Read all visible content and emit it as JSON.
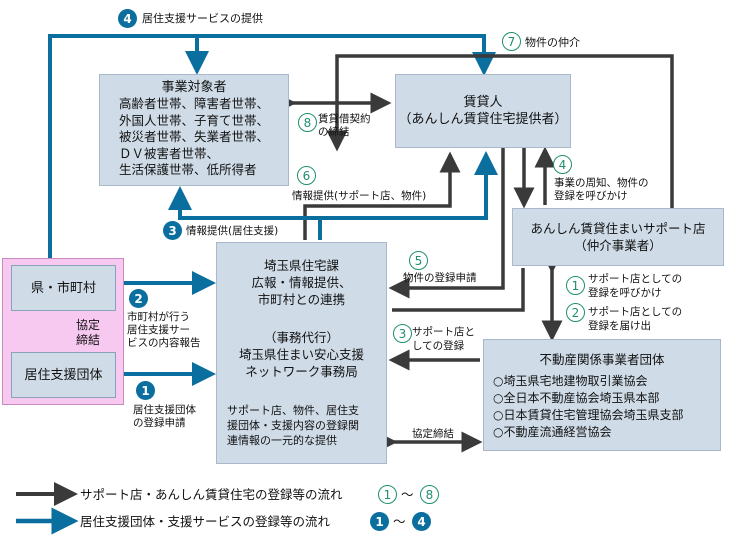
{
  "flows": {
    "f4_blue": "居住支援サービスの提供",
    "f7_green": "物件の仲介",
    "f8_line1": "賃貸借契約",
    "f8_line2": "の締結",
    "f6_green": "情報提供(サポート店、物件)",
    "f3_blue": "情報提供(居住支援)",
    "f5_green": "物件の登録申請",
    "f4_green_line1": "事業の周知、物件の",
    "f4_green_line2": "登録を呼びかけ",
    "f2_blue_line1": "市町村が行う",
    "f2_blue_line2": "居住支援サー",
    "f2_blue_line3": "ビスの内容報告",
    "f1_blue_line1": "居住支援団体",
    "f1_blue_line2": "の登録申請",
    "f3_green_line1": "サポート店と",
    "f3_green_line2": "しての登録",
    "agreement_right": "協定締結",
    "agreement_left_line1": "協定",
    "agreement_left_line2": "締結",
    "f1_green_line1": "サポート店としての",
    "f1_green_line2": "登録を呼びかけ",
    "f2_green_line1": "サポート店としての",
    "f2_green_line2": "登録を届け出"
  },
  "nums": {
    "n1": "1",
    "n2": "2",
    "n3": "3",
    "n4": "4",
    "n5": "5",
    "n6": "6",
    "n7": "7",
    "n8": "8"
  },
  "targets": {
    "title": "事業対象者",
    "lines": [
      "高齢者世帯、障害者世帯、",
      "外国人世帯、子育て世帯、",
      "被災者世帯、失業者世帯、",
      "ＤＶ被害者世帯、",
      "生活保護世帯、低所得者"
    ]
  },
  "landlord": {
    "line1": "賃貸人",
    "line2": "（あんしん賃貸住宅提供者）"
  },
  "support_store": {
    "line1": "あんしん賃貸住まいサポート店",
    "line2": "（仲介事業者）"
  },
  "prefecture_city": "県・市町村",
  "support_org": "居住支援団体",
  "housing_div": {
    "lines1": [
      "埼玉県住宅課",
      "広報・情報提供、",
      "市町村との連携"
    ],
    "lines2": [
      "（事務代行）",
      "埼玉県住まい安心支援",
      "ネットワーク事務局"
    ],
    "lines3": [
      "サポート店、物件、居住支",
      "援団体・支援内容の登録関",
      "連情報の一元的な提供"
    ]
  },
  "realestate": {
    "title": "不動産関係事業者団体",
    "items": [
      "○埼玉県宅地建物取引業協会",
      "○全日本不動産協会埼玉県本部",
      "○日本賃貸住宅管理協会埼玉県支部",
      "○不動産流通経営協会"
    ]
  },
  "legend": {
    "black_text": "サポート店・あんしん賃貸住宅の登録等の流れ",
    "black_from": "1",
    "black_to": "8",
    "blue_text": "居住支援団体・支援サービスの登録等の流れ",
    "blue_from": "1",
    "blue_to": "4",
    "tilde": "～"
  },
  "colors": {
    "black_arrow": "#3a3a3a",
    "blue_arrow": "#0a6e9e",
    "box_fill": "#cfdce8",
    "pink_fill": "#f7c9f1",
    "green_num": "#1f8f6f"
  }
}
